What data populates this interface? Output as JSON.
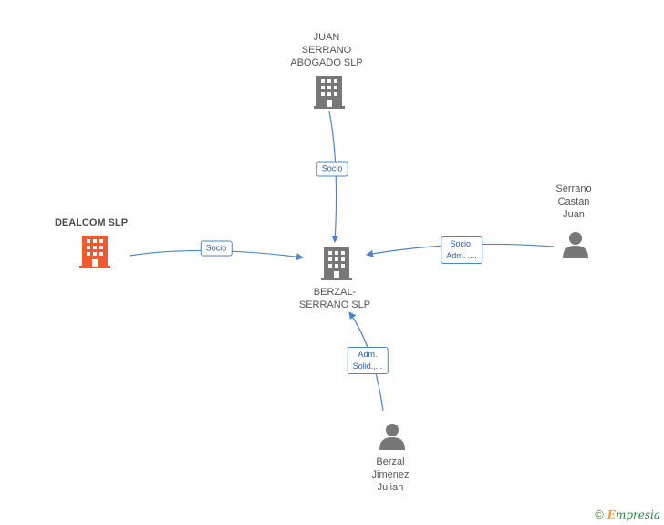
{
  "nodes": {
    "juan_serrano": {
      "lines": [
        "JUAN",
        "SERRANO",
        "ABOGADO  SLP"
      ],
      "icon": "building-icon"
    },
    "dealcom": {
      "lines": [
        "DEALCOM SLP"
      ],
      "icon": "building-icon"
    },
    "berzal_serrano": {
      "lines": [
        "BERZAL-",
        "SERRANO SLP"
      ],
      "icon": "building-icon"
    },
    "serrano_castan": {
      "lines": [
        "Serrano",
        "Castan",
        "Juan"
      ],
      "icon": "person-icon"
    },
    "berzal_jimenez": {
      "lines": [
        "Berzal",
        "Jimenez",
        "Julian"
      ],
      "icon": "person-icon"
    }
  },
  "edges": {
    "juan_to_berzal": {
      "lines": [
        "Socio"
      ]
    },
    "dealcom_to_berzal": {
      "lines": [
        "Socio"
      ]
    },
    "serrano_to_berzal": {
      "lines": [
        "Socio,",
        "Adm. ...."
      ]
    },
    "jimenez_to_berzal": {
      "lines": [
        "Adm.",
        "Solid.,..."
      ]
    }
  },
  "colors": {
    "edge": "#4a86c8",
    "building": "#777777",
    "focus_building": "#f05a30",
    "person": "#777777"
  },
  "footer": {
    "copyright": "©",
    "brand_first": "E",
    "brand_rest": "mpresia"
  }
}
